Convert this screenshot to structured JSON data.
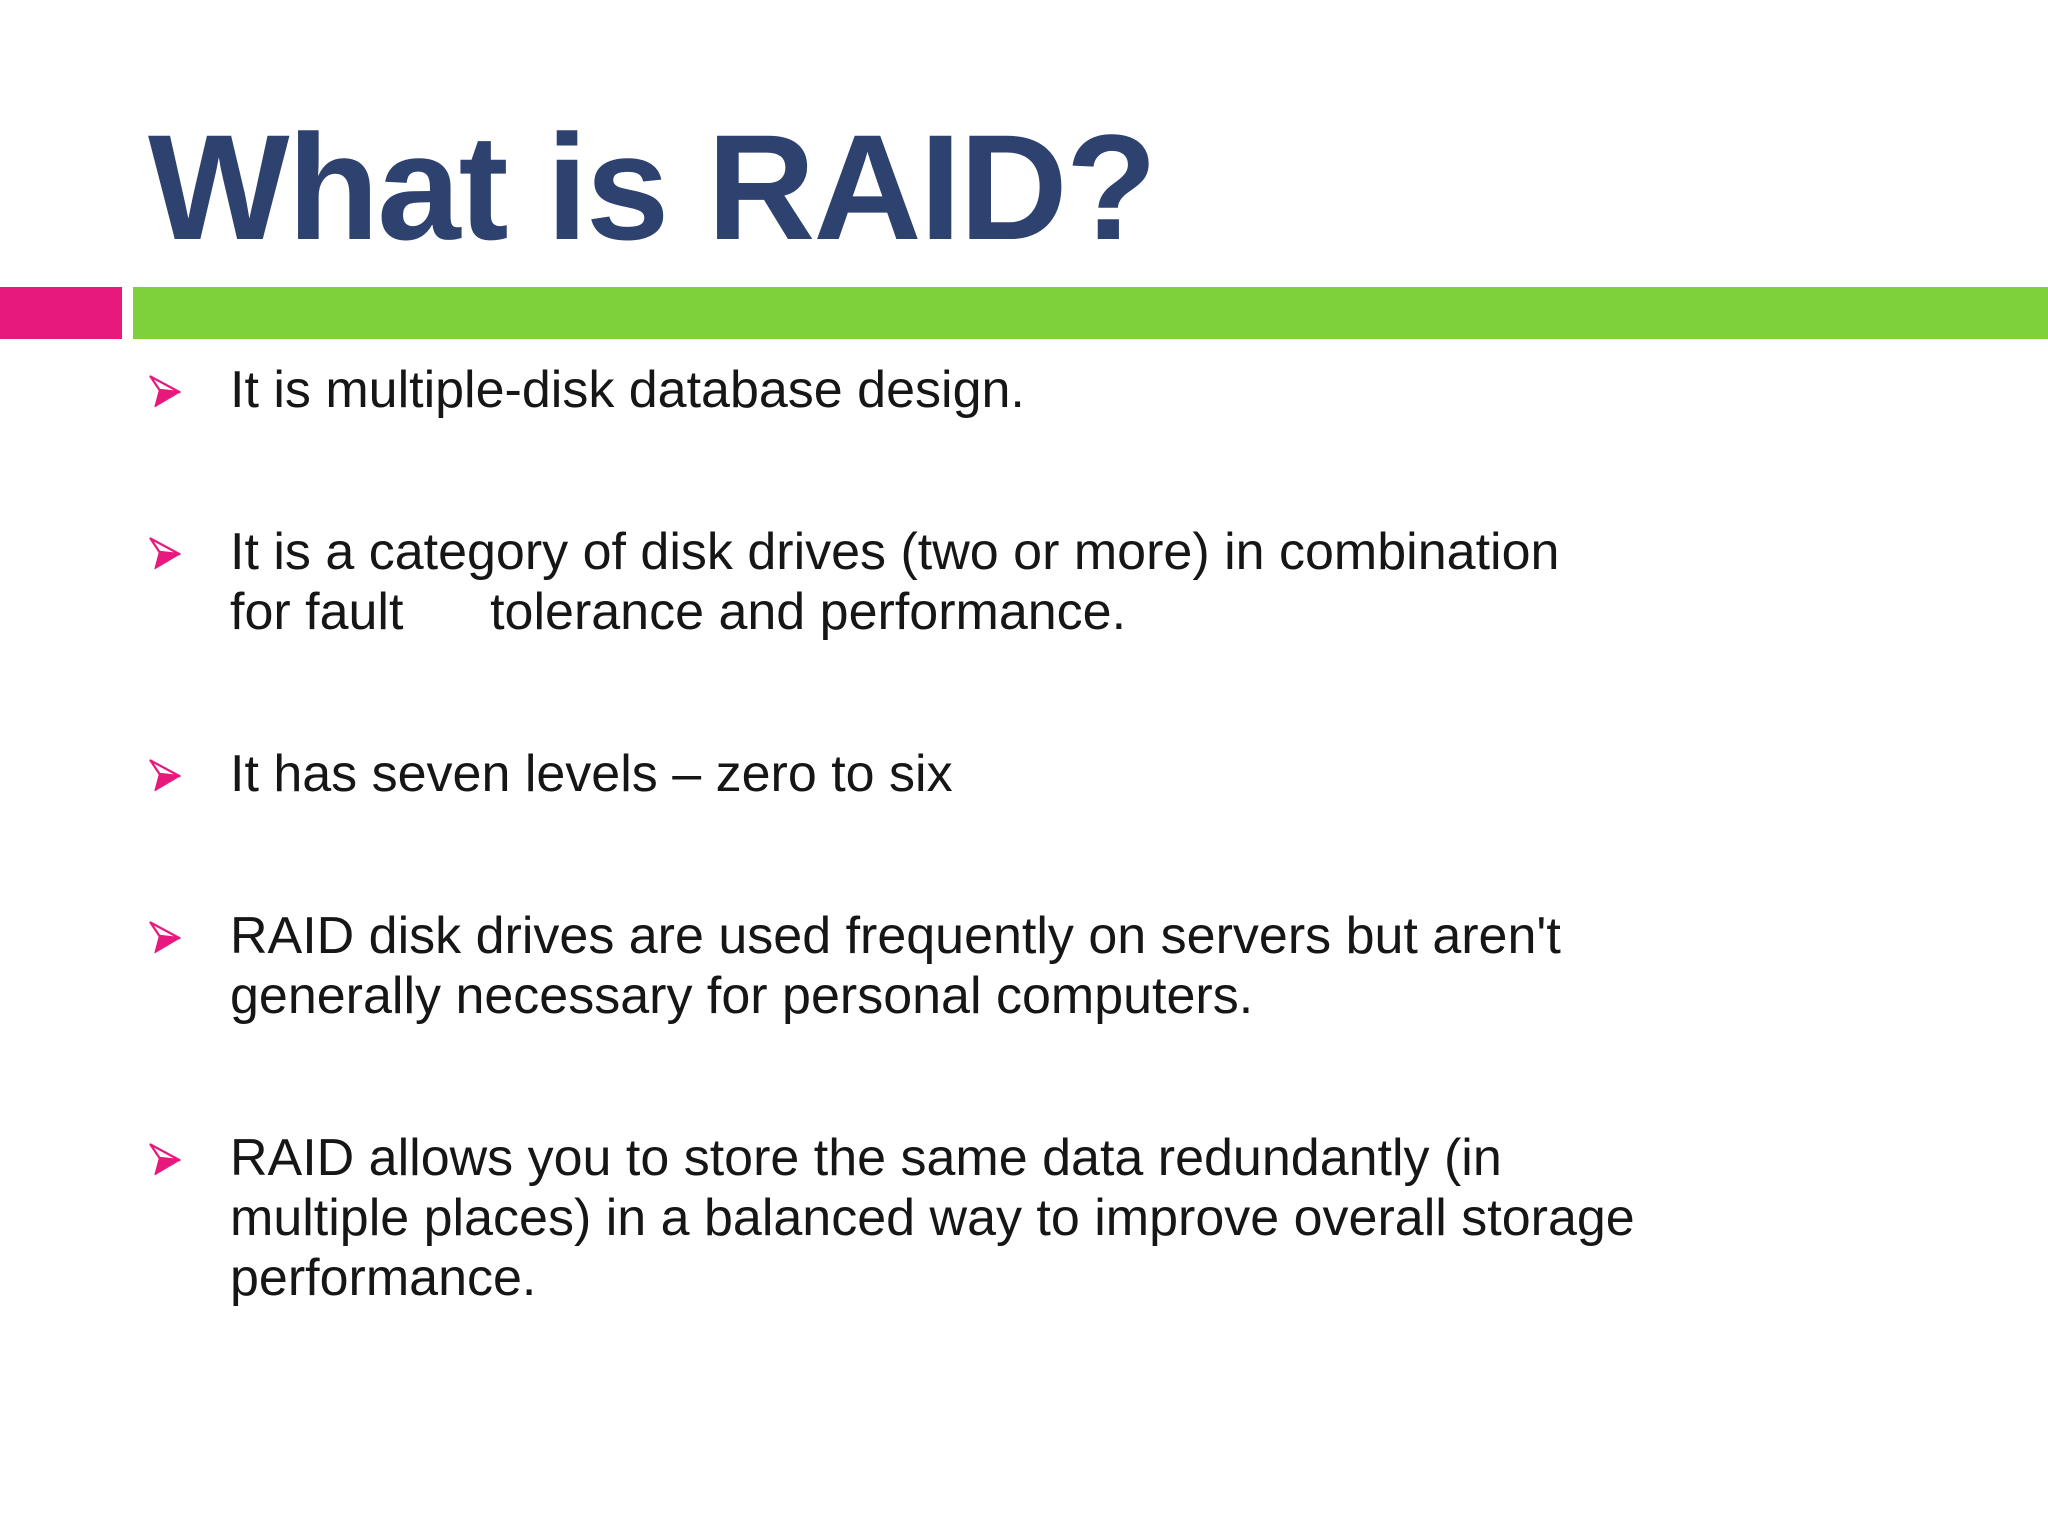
{
  "slide": {
    "title": "What is RAID?",
    "bullets": [
      {
        "text": "It is multiple-disk database design."
      },
      {
        "text": "It is a category of disk drives (two or more) in combination\nfor fault      tolerance and performance."
      },
      {
        "text": "It has seven levels – zero to six"
      },
      {
        "text": "RAID disk drives are used frequently on servers but aren't\ngenerally necessary for personal computers."
      },
      {
        "text": "RAID allows you to store the same data redundantly (in\nmultiple places) in a balanced way to improve overall storage\nperformance."
      }
    ],
    "icons": {
      "bullet": "three-d-rightwards-arrowhead"
    },
    "colors": {
      "background": "#FFFFFF",
      "title_navy": "#2E4270",
      "divider_green": "#7FD13B",
      "accent_pink": "#E8197D",
      "body_text": "#161616"
    }
  }
}
